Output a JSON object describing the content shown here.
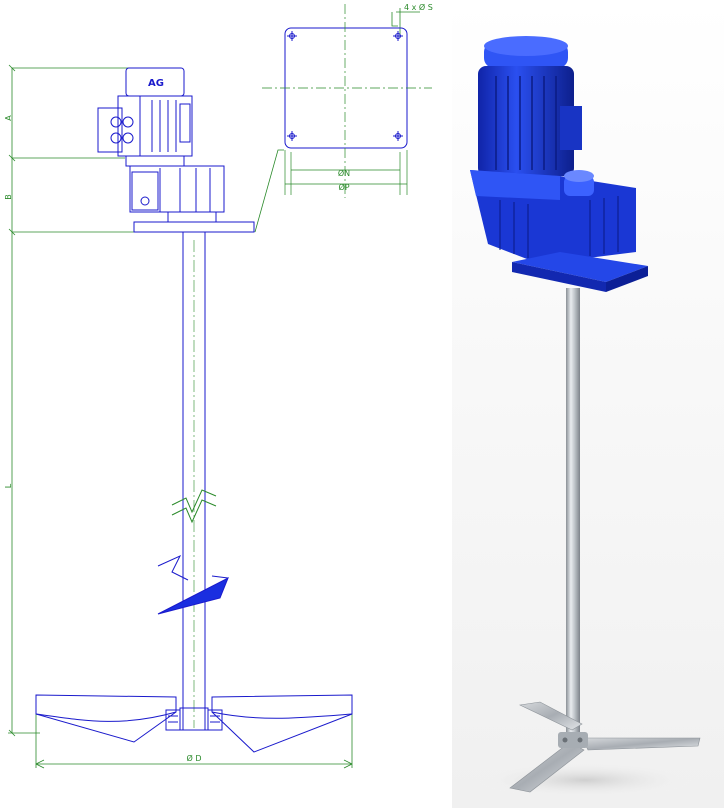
{
  "drawing": {
    "dimension_labels": {
      "A": "A",
      "B": "B",
      "L": "L",
      "diameter_D": "Ø D",
      "hole_spec": "4 x Ø S",
      "dim_N": "ØN",
      "dim_P": "ØP"
    },
    "logo_text": "AG"
  },
  "colors": {
    "line_blue": "#1a1acc",
    "dim_green": "#2a8a2a",
    "motor_blue": "#1f3fd0",
    "steel": "#b9bec4"
  }
}
